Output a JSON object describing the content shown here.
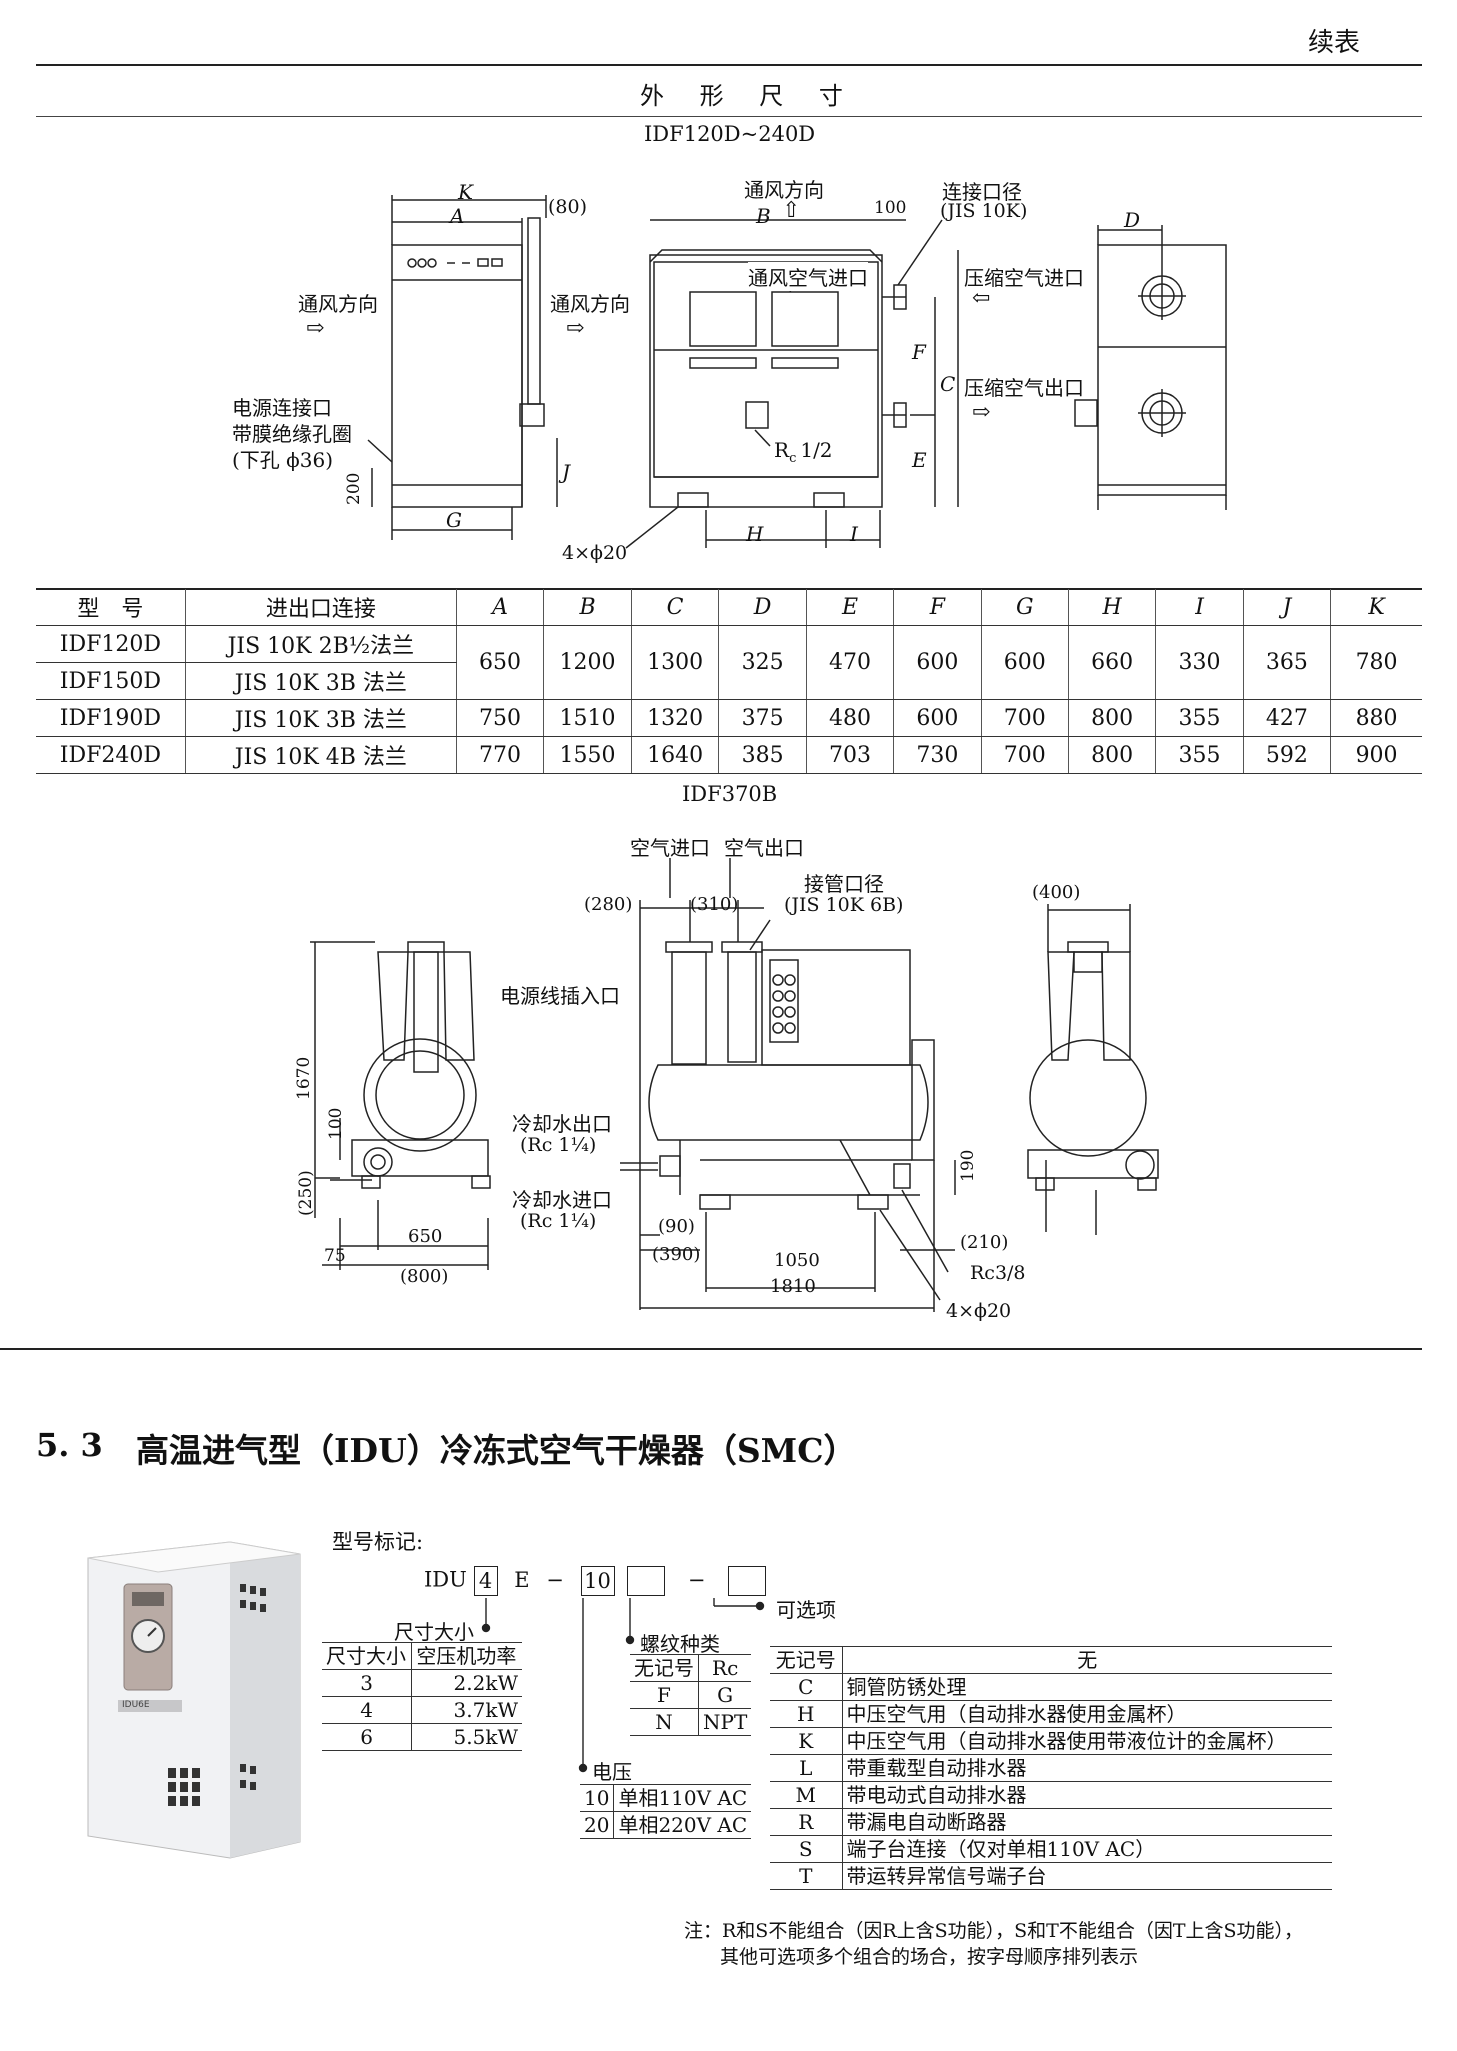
{
  "header": {
    "continued": "续表"
  },
  "section_header": "外 形 尺 寸",
  "fig1": {
    "title": "IDF120D~240D",
    "labels": {
      "K": "K",
      "A": "A",
      "p80": "(80)",
      "B": "B",
      "D": "D",
      "G": "G",
      "H": "H",
      "I": "I",
      "J": "J",
      "F": "F",
      "C": "C",
      "E": "E",
      "n200": "200",
      "n100": "100",
      "vent_dir_top": "通风方向",
      "vent_left": "通风方向",
      "vent_right": "通风方向",
      "conn_dia": "连接口径",
      "jis10k": "(JIS 10K)",
      "vent_inlet": "通风空气进口",
      "comp_in": "压缩空气进口",
      "comp_out": "压缩空气出口",
      "power1": "电源连接口",
      "power2": "带膜绝缘孔圈",
      "power3": "(下孔 ϕ36)",
      "rc12": "R",
      "rc12_sub": "c",
      "rc12_val": "1/2",
      "holes": "4×ϕ20",
      "arrow": "⇨",
      "arrow_l": "⇦",
      "arrow_up": "⇧"
    }
  },
  "table1": {
    "headers": [
      "型　号",
      "进出口连接",
      "A",
      "B",
      "C",
      "D",
      "E",
      "F",
      "G",
      "H",
      "I",
      "J",
      "K"
    ],
    "rows": [
      {
        "model": "IDF120D",
        "conn": "JIS 10K 2B½法兰"
      },
      {
        "model": "IDF150D",
        "conn": "JIS 10K 3B 法兰"
      },
      {
        "model": "IDF190D",
        "conn": "JIS 10K 3B 法兰"
      },
      {
        "model": "IDF240D",
        "conn": "JIS 10K 4B 法兰"
      }
    ],
    "values": [
      [
        "650",
        "1200",
        "1300",
        "325",
        "470",
        "600",
        "600",
        "660",
        "330",
        "365",
        "780"
      ],
      [
        "750",
        "1510",
        "1320",
        "375",
        "480",
        "600",
        "700",
        "800",
        "355",
        "427",
        "880"
      ],
      [
        "770",
        "1550",
        "1640",
        "385",
        "703",
        "730",
        "700",
        "800",
        "355",
        "592",
        "900"
      ]
    ]
  },
  "fig2": {
    "title": "IDF370B",
    "labels": {
      "air_in": "空气进口",
      "air_out": "空气出口",
      "pipe_dia": "接管口径",
      "jis6b": "(JIS 10K 6B)",
      "p280": "(280)",
      "p310": "(310)",
      "p400": "(400)",
      "power_plug": "电源线插入口",
      "n1670": "1670",
      "n100": "100",
      "p250": "(250)",
      "n75": "75",
      "n650": "650",
      "p800": "(800)",
      "cw_out": "冷却水出口",
      "cw_out_rc": "(Rc 1¼)",
      "cw_in": "冷却水进口",
      "cw_in_rc": "(Rc 1¼)",
      "p90": "(90)",
      "p390": "(390)",
      "n1050": "1050",
      "n1810": "1810",
      "p210": "(210)",
      "n190": "190",
      "rc38": "Rc3/8",
      "holes": "4×ϕ20"
    }
  },
  "section53": {
    "number": "5. 3",
    "title": "高温进气型（IDU）冷冻式空气干燥器（SMC）"
  },
  "product_photo": {
    "badge": "IDU6E"
  },
  "model_code": {
    "label": "型号标记:",
    "prefix": "IDU",
    "box1": "4",
    "mid": "E",
    "dash1": "−",
    "box2": "10",
    "dash2": "−",
    "optional": "可选项",
    "size_label": "尺寸大小",
    "size_table": {
      "headers": [
        "尺寸大小",
        "空压机功率"
      ],
      "rows": [
        [
          "3",
          "2.2kW"
        ],
        [
          "4",
          "3.7kW"
        ],
        [
          "6",
          "5.5kW"
        ]
      ]
    },
    "thread_label": "螺纹种类",
    "thread_table": {
      "headers": [
        "无记号",
        "Rc"
      ],
      "rows": [
        [
          "F",
          "G"
        ],
        [
          "N",
          "NPT"
        ]
      ]
    },
    "voltage_label": "电压",
    "voltage_table": {
      "rows": [
        [
          "10",
          "单相110V AC"
        ],
        [
          "20",
          "单相220V AC"
        ]
      ]
    },
    "option_table": {
      "headers": [
        "无记号",
        "无"
      ],
      "rows": [
        [
          "C",
          "铜管防锈处理"
        ],
        [
          "H",
          "中压空气用（自动排水器使用金属杯）"
        ],
        [
          "K",
          "中压空气用（自动排水器使用带液位计的金属杯）"
        ],
        [
          "L",
          "带重载型自动排水器"
        ],
        [
          "M",
          "带电动式自动排水器"
        ],
        [
          "R",
          "带漏电自动断路器"
        ],
        [
          "S",
          "端子台连接（仅对单相110V AC）"
        ],
        [
          "T",
          "带运转异常信号端子台"
        ]
      ]
    },
    "note1": "注：R和S不能组合（因R上含S功能），S和T不能组合（因T上含S功能），",
    "note2": "其他可选项多个组合的场合，按字母顺序排列表示"
  }
}
